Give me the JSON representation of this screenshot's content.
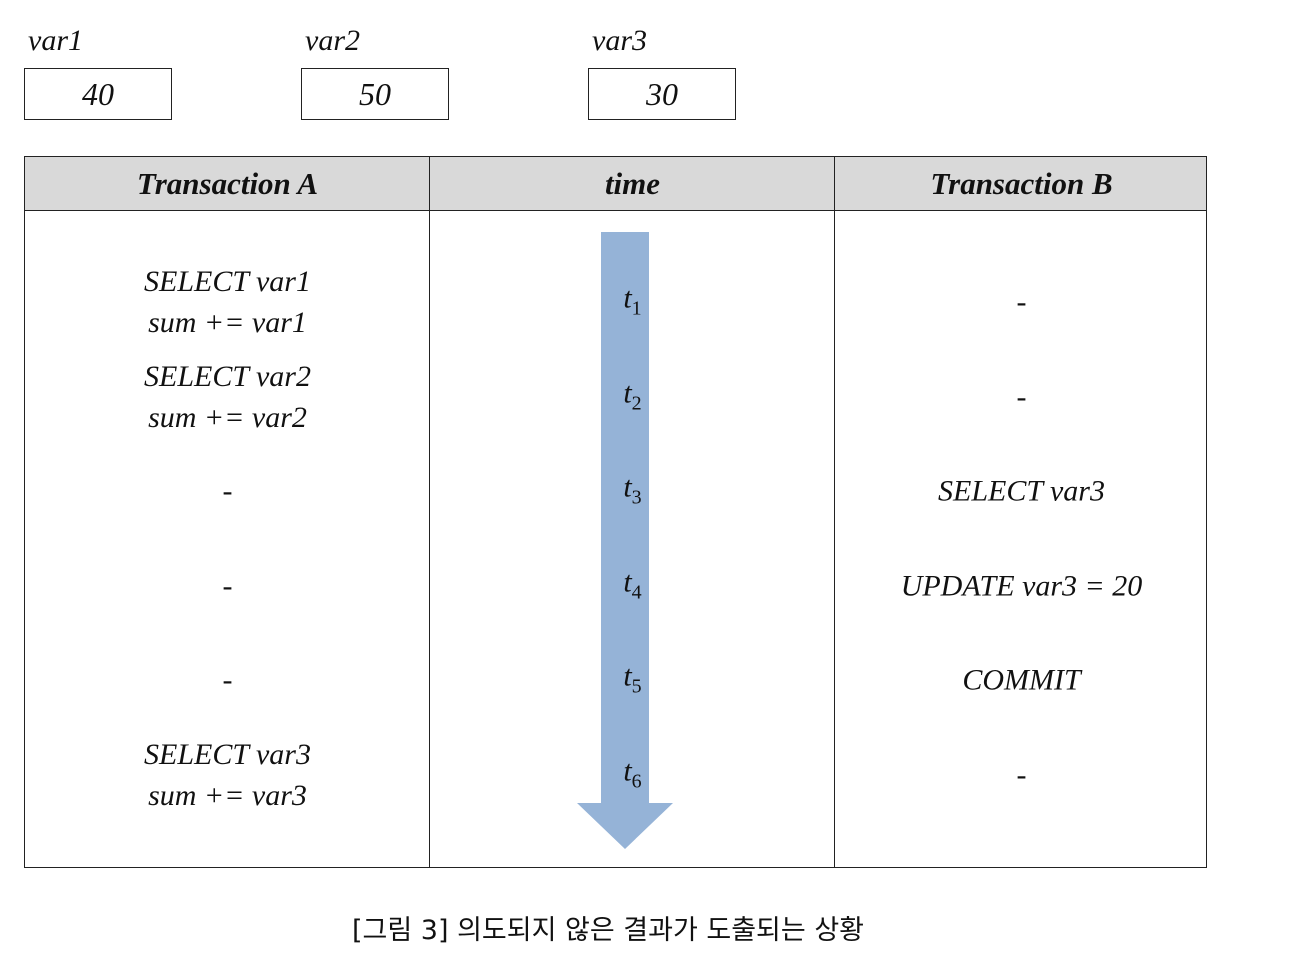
{
  "variables": [
    {
      "name": "var1",
      "value": "40"
    },
    {
      "name": "var2",
      "value": "50"
    },
    {
      "name": "var3",
      "value": "30"
    }
  ],
  "table": {
    "headers": [
      "Transaction A",
      "time",
      "Transaction B"
    ],
    "rows": [
      {
        "a": [
          "SELECT var1",
          "sum += var1"
        ],
        "t": "t",
        "t_sub": "1",
        "b": [
          "-"
        ]
      },
      {
        "a": [
          "SELECT var2",
          "sum += var2"
        ],
        "t": "t",
        "t_sub": "2",
        "b": [
          "-"
        ]
      },
      {
        "a": [
          "-"
        ],
        "t": "t",
        "t_sub": "3",
        "b": [
          "SELECT var3"
        ]
      },
      {
        "a": [
          "-"
        ],
        "t": "t",
        "t_sub": "4",
        "b": [
          "UPDATE var3 = 20"
        ]
      },
      {
        "a": [
          "-"
        ],
        "t": "t",
        "t_sub": "5",
        "b": [
          "COMMIT"
        ]
      },
      {
        "a": [
          "SELECT var3",
          "sum += var3"
        ],
        "t": "t",
        "t_sub": "6",
        "b": [
          "-"
        ]
      }
    ]
  },
  "arrow_color": "#95b3d7",
  "caption": "[그림 3] 의도되지 않은 결과가 도출되는 상황"
}
